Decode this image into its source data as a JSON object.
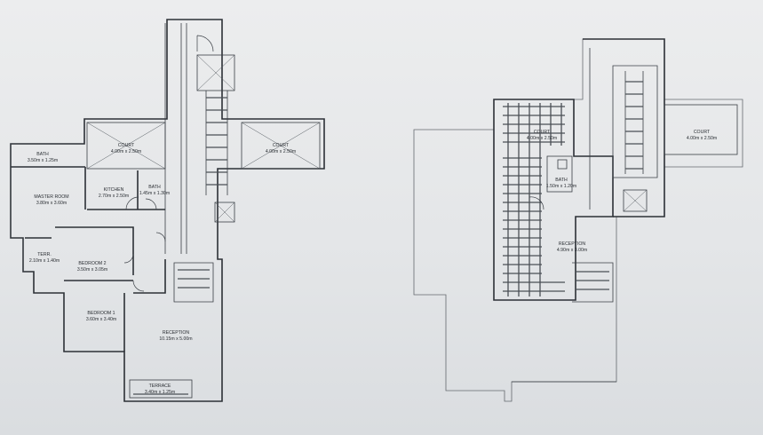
{
  "ground_floor": {
    "rooms": [
      {
        "id": "bath-1",
        "name": "BATH",
        "size": "3.50m x 1.25m"
      },
      {
        "id": "master-room",
        "name": "MASTER ROOM",
        "size": "3.80m x 3.60m"
      },
      {
        "id": "kitchen",
        "name": "KITCHEN",
        "size": "2.70m x 2.50m"
      },
      {
        "id": "bath-2",
        "name": "BATH",
        "size": "1.45m x 1.30m"
      },
      {
        "id": "court-1",
        "name": "COURT",
        "size": "4.00m x 2.50m"
      },
      {
        "id": "court-2",
        "name": "COURT",
        "size": "4.00m x 2.50m"
      },
      {
        "id": "terr",
        "name": "TERR.",
        "size": "2.10m x 1.40m"
      },
      {
        "id": "bedroom-2",
        "name": "BEDROOM 2",
        "size": "3.50m x 3.05m"
      },
      {
        "id": "bedroom-1",
        "name": "BEDROOM 1",
        "size": "3.60m x 3.40m"
      },
      {
        "id": "reception",
        "name": "RECEPTION",
        "size": "10.15m x 5.00m"
      },
      {
        "id": "terrace",
        "name": "TERRACE",
        "size": "3.40m x 1.25m"
      }
    ]
  },
  "upper_floor": {
    "rooms": [
      {
        "id": "court-a",
        "name": "COURT",
        "size": "4.00m x 2.50m"
      },
      {
        "id": "court-b",
        "name": "COURT",
        "size": "4.00m x 2.50m"
      },
      {
        "id": "bath",
        "name": "BATH",
        "size": "1.50m x 1.20m"
      },
      {
        "id": "reception",
        "name": "RECEPTION",
        "size": "4.90m x 3.00m"
      }
    ]
  },
  "colors": {
    "line": "#2c3036",
    "paper": "#e9eaeb"
  }
}
